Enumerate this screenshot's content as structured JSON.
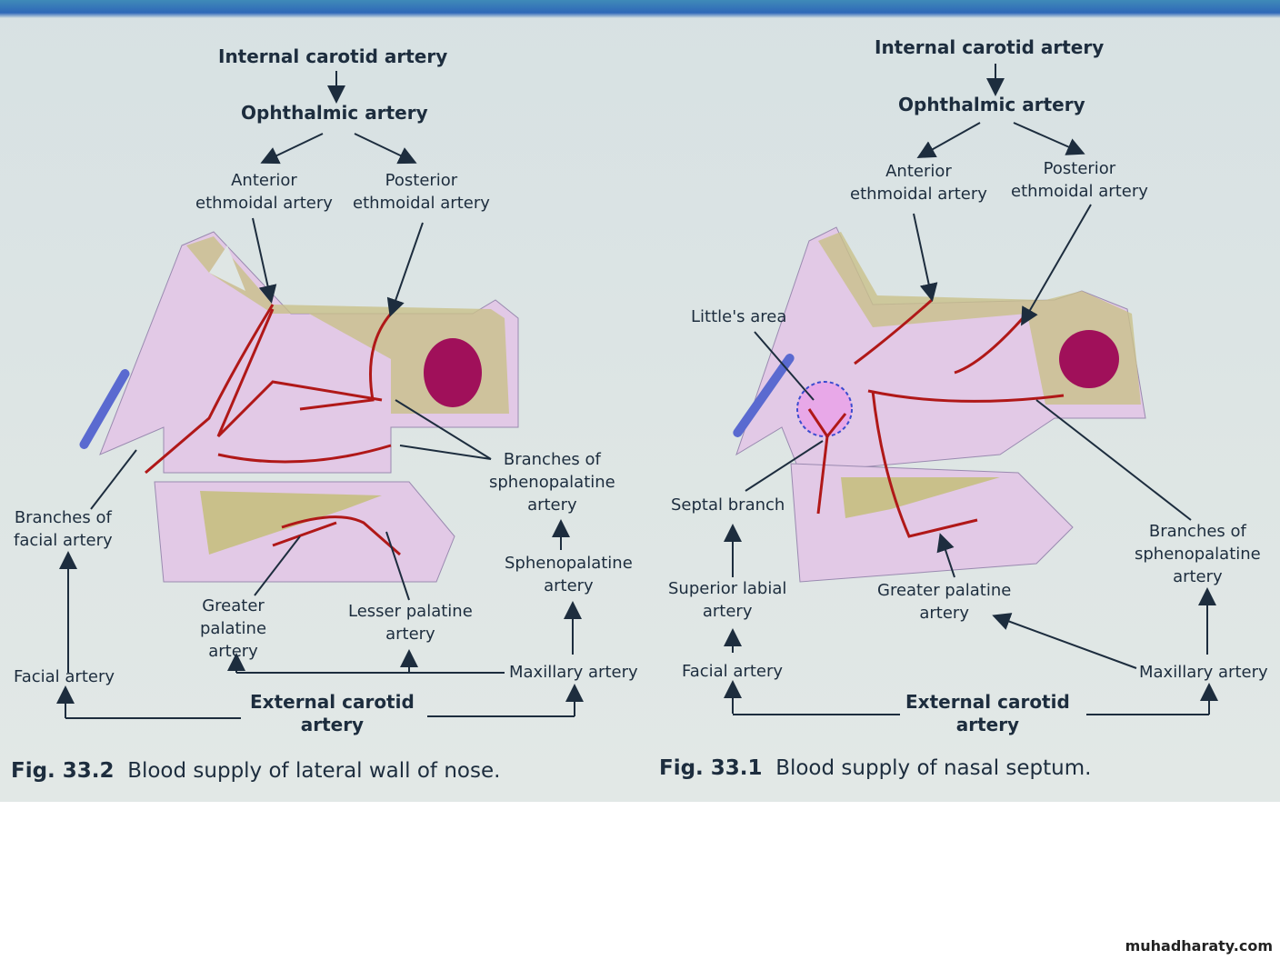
{
  "left_figure": {
    "internal_carotid": "Internal carotid artery",
    "ophthalmic": "Ophthalmic artery",
    "anterior_ethmoidal": [
      "Anterior",
      "ethmoidal artery"
    ],
    "posterior_ethmoidal": [
      "Posterior",
      "ethmoidal artery"
    ],
    "branches_facial": [
      "Branches of",
      "facial artery"
    ],
    "branches_spheno": [
      "Branches of",
      "sphenopalatine",
      "artery"
    ],
    "sphenopalatine": [
      "Sphenopalatine",
      "artery"
    ],
    "greater_palatine": [
      "Greater",
      "palatine",
      "artery"
    ],
    "lesser_palatine": [
      "Lesser palatine",
      "artery"
    ],
    "facial": "Facial artery",
    "maxillary": "Maxillary artery",
    "external_carotid": [
      "External carotid",
      "artery"
    ],
    "caption_num": "Fig. 33.2",
    "caption_text": "Blood supply of lateral wall of nose."
  },
  "right_figure": {
    "internal_carotid": "Internal carotid artery",
    "ophthalmic": "Ophthalmic artery",
    "anterior_ethmoidal": [
      "Anterior",
      "ethmoidal artery"
    ],
    "posterior_ethmoidal": [
      "Posterior",
      "ethmoidal artery"
    ],
    "littles_area": "Little's area",
    "septal_branch": "Septal branch",
    "superior_labial": [
      "Superior labial",
      "artery"
    ],
    "greater_palatine": [
      "Greater palatine",
      "artery"
    ],
    "branches_spheno": [
      "Branches of",
      "sphenopalatine",
      "artery"
    ],
    "facial": "Facial artery",
    "maxillary": "Maxillary artery",
    "external_carotid": [
      "External carotid",
      "artery"
    ],
    "caption_num": "Fig. 33.1",
    "caption_text": "Blood supply of nasal septum."
  },
  "watermark": "muhadharaty.com",
  "colors": {
    "artery": "#b01818",
    "bone": "#c9c08a",
    "mucosa": "#d9b8e0",
    "sinus": "#a0105a"
  }
}
